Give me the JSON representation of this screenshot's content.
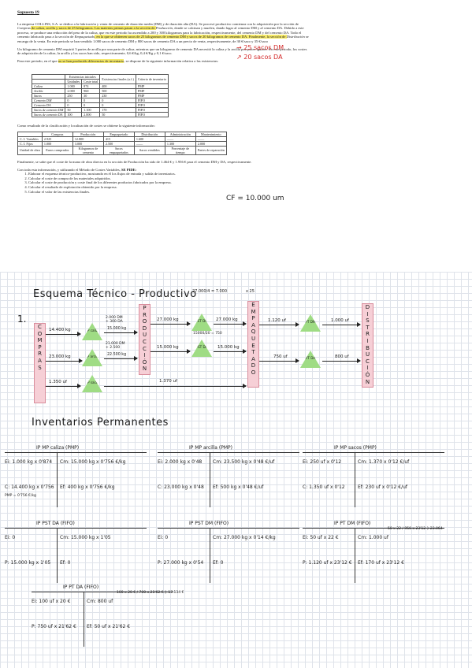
{
  "problem": {
    "title": "Supuesto 19",
    "intro_1": "La empresa COLLINS, S.A. se dedica a la fabricación y venta de cemento de duración media (DM) y de duración alta (DA). Se procesó productivo comienza con la adquisición por la sección de ",
    "intro_compras": "Compras",
    "intro_2": " de caliza, arcilla y sacos de 25 kilogramos. Las materias primas pasan a la sección de ",
    "intro_produccion": "Producción",
    "intro_3": ", donde se calcinan y muelen, dando lugar al cemento DM y al cemento DA. Debido a este proceso, se produce una reducción del peso de la caliza, que en este periodo ha ascendido a 200 y 300 kilogramos para la fabricación, respectivamente, del cemento DM y del cemento DA. Todo el cemento fabricado pasa a la sección de ",
    "intro_empaquetado": "Empaquetado",
    "intro_4": ", en la que se obtienen sacos de 25 kilogramos de cemento DM y sacos de 20 kilogramos de cemento DA. Finalmente, la sección de ",
    "intro_distribucion": "Distribución",
    "intro_5": " se encarga de la venta. En este periodo se han vendido 1.000 sacos de cemento DM y 800 sacos de cemento DA a un precio de venta, respectivamente, de 30 €/saco y 35 €/saco",
    "para_2": "Un kilogramo de cemento DM requirió 3 partes de arcilla por una parte de caliza, mientras que un kilogramo de cemento DA necesitó la caliza y la arcilla por partes iguales. En este periodo, los costes de adquisición de la caliza, la arcilla y los sacos han sido, respectivamente, 0,6 €/kg, 0,4 €/Kg y 0,1 €/saco.",
    "para_3": "Para este periodo, en el que ",
    "para_3_hl": "no se han producido diferencias de inventario",
    "para_3_end": ", se dispone de la siguiente información relativa a las existencias:",
    "stock_table": {
      "head_row1": [
        "",
        "Existencias iniciales",
        "",
        "Existencias finales (u.f.)",
        "Criterio de inventario"
      ],
      "head_row2": [
        "",
        "Unidades",
        "Coste total",
        "",
        ""
      ],
      "rows": [
        [
          "Caliza",
          "1.000",
          "874",
          "400",
          "PMP"
        ],
        [
          "Arcilla",
          "2.000",
          "960",
          "500",
          "PMP"
        ],
        [
          "Sacos",
          "250",
          "30",
          "230",
          "PMP"
        ],
        [
          "Cemento DM",
          "0",
          "0",
          "0",
          "FIFO"
        ],
        [
          "Cemento DA",
          "0",
          "0",
          "0",
          "FIFO"
        ],
        [
          "Sacos de cemento DM",
          "50",
          "1.100",
          "170",
          "FIFO"
        ],
        [
          "Sacos de cemento DA",
          "100",
          "2.000",
          "50",
          "FIFO"
        ]
      ]
    },
    "para_4": "Como resultado de la clasificación y localización de costes se obtiene la siguiente información:",
    "cost_table": {
      "head": [
        "",
        "Compras",
        "Producción",
        "Empaquetado",
        "Distribución",
        "Administración",
        "Mantenimiento"
      ],
      "rows": [
        [
          "C. I. Variables",
          "2.925",
          "12.800",
          "415",
          "1.600",
          "——",
          "——"
        ],
        [
          "C. I. Fijos",
          "1.000",
          "3.000",
          "2.500",
          "——",
          "1.300",
          "2.000"
        ],
        [
          "Unidad de obra",
          "Euros comprados",
          "Kilogramos de cemento",
          "Sacos empaquetados",
          "Sacos vendidos",
          "Porcentaje de tiempo",
          "Partes de reparación"
        ]
      ]
    },
    "para_5": "Finalmente, se sabe que el coste de la mano de obra directa en la sección de Producción ha sido de 1.464 € y 1.956 € para el cemento DM y DA, respectivamente.",
    "para_6_pre": "Con toda esta información, y utilizando el Método de Costes Variables, ",
    "para_6_bold": "SE PIDE:",
    "requests": [
      "Elaborar el esquema técnico-productivo, mostrando en él los flujos de entrada y salida de inventarios.",
      "Calcular el coste de compra de los materiales adquiridos.",
      "Calcular el coste de producción y coste final de los diferentes productos fabricados por la empresa.",
      "Calcular el resultado de explotación obtenido por la empresa.",
      "Calcular el valor de las existencias finales."
    ]
  },
  "margin_notes": {
    "red_1": "25 sacos DM",
    "red_2": "20 sacos DA",
    "cf": "CF = 10.000 um"
  },
  "scheme": {
    "number": "1.",
    "title": "Esquema Técnico - Productivo",
    "top_note": "27.000/4 = 7.000",
    "x25": "x 25",
    "compras": "COMPRAS",
    "produccion": "PRODUCCIÓN",
    "empaquetado": "EMPAQUETADO",
    "distribucion": "DISTRIBUCIÓN",
    "flow_caliza_in": "14.400 kg",
    "flow_arcilla_in": "23.000 kg",
    "flow_sacos_in": "1.350 uf",
    "tri_caliza": "MP caliza",
    "tri_arcilla": "MP arcilla",
    "tri_sacos": "MP sacos",
    "caliza_split_1": "2.000 DM",
    "caliza_split_2": "+ 300 DA",
    "caliza_out": "15.000 kg",
    "arcilla_split_1": "21.000 DM",
    "arcilla_split_2": "+ 2.500",
    "arcilla_out": "22.500 kg",
    "dm_in": "27.000 kg",
    "tri_dm": "PST DM",
    "dm_out": "27.000 kg",
    "da_in": "15.000 kg",
    "tri_da": "PST DA",
    "da_out": "15.000 kg",
    "da_note": "15000/20 = 750",
    "sacos_out": "1.370 uf",
    "ptdm_in": "1.120 uf",
    "tri_ptdm": "PT DM",
    "ptdm_out": "1.000 uf",
    "ptda_in": "750 uf",
    "tri_ptda": "PT DA",
    "ptda_out": "800 uf"
  },
  "inventories": {
    "title": "Inventarios Permanentes",
    "accounts": [
      {
        "head": "IP  MP caliza  (PMP)",
        "ei": "Ei: 1.000 kg x 0'874",
        "cm": "Cm: 15.000 kg x 0'756 €/kg",
        "c": "C: 14.400 kg x 0'756",
        "ef": "Ef: 400 kg x 0'756 €/kg",
        "extra": "PMP = 0'756 €/kg"
      },
      {
        "head": "IP  MP arcilla  (PMP)",
        "ei": "Ei: 2.000 kg x 0'48",
        "cm": "Cm: 23.500 kg x 0'48 €/uf",
        "c": "C: 23.000 kg x 0'48",
        "ef": "Ef: 500 kg x 0'48 €/uf",
        "extra": ""
      },
      {
        "head": "IP  MP sacos  (PMP)",
        "ei": "Ei: 250 uf x 0'12",
        "cm": "Cm: 1.370 x 0'12 €/uf",
        "c": "C: 1.350 uf x 0'12",
        "ef": "Ef: 230 uf x 0'12 €/uf",
        "extra": ""
      },
      {
        "head": "IP  PST DA  (FIFO)",
        "ei": "Ei: 0",
        "cm": "Cm: 15.000 kg x 1'05",
        "c": "P: 15.000 kg x 1'05",
        "ef": "Ef: 0",
        "extra": ""
      },
      {
        "head": "IP  PST DM  (FIFO)",
        "ei": "Ei: 0",
        "cm": "Cm: 27.000 kg x 0'14 €/kg",
        "c": "P: 27.000 kg x 0'54",
        "ef": "Ef: 0",
        "extra": ""
      },
      {
        "head": "IP  PT DM  (FIFO)",
        "ei": "Ei: 50 uf x 22 €",
        "cm": "Cm: 1.000 uf",
        "c": "P: 1.120 uf x 23'12 €",
        "ef": "Ef: 170 uf x 23'12 €",
        "extra": "50 x 22 / 950 x 23'12  } 23.064"
      },
      {
        "head": "IP  PT DA  (FIFO)",
        "ei": "Ei: 100 uf x 20 €",
        "cm": "Cm: 800 uf",
        "c": "P: 750 uf x 21'62 €",
        "ef": "Ef: 50 uf x 21'62 €",
        "extra": "100 x 20 € / 700 x 21'62 €  } 17.134 €"
      }
    ]
  }
}
